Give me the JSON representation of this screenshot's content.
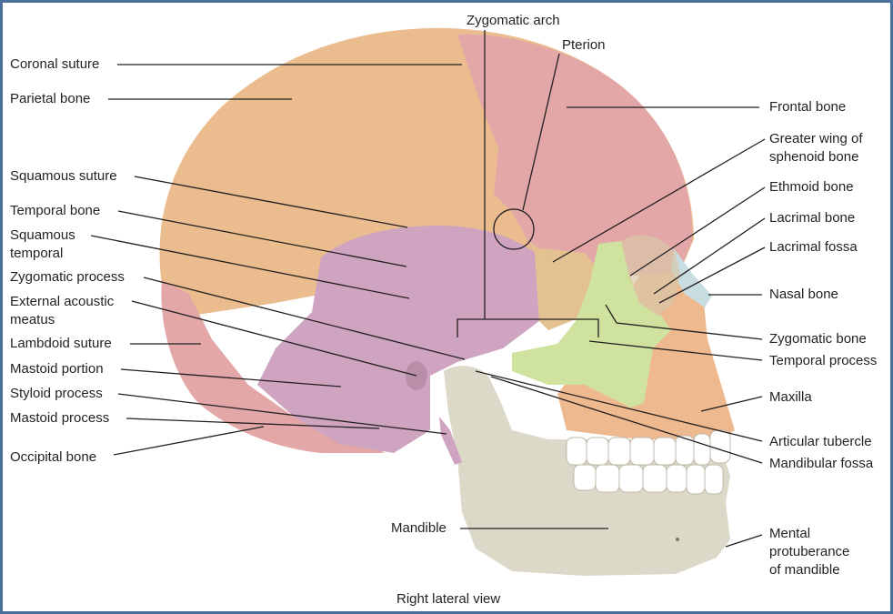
{
  "figure": {
    "caption": "Right lateral view",
    "colors": {
      "parietal": "#ebbd8e",
      "frontal": "#e3a7a8",
      "occipital": "#e3a7a8",
      "temporal": "#cfa4c0",
      "sphenoid": "#e3c190",
      "zygomatic": "#cfe39e",
      "maxilla": "#efb98f",
      "mandible": "#dcd9c9",
      "nasal": "#c7dde0",
      "teeth": "#ffffff",
      "leader": "#231f20",
      "border": "#4a6f9b"
    }
  },
  "labels": {
    "zygomatic_arch": "Zygomatic arch",
    "pterion": "Pterion",
    "coronal_suture": "Coronal suture",
    "parietal_bone": "Parietal bone",
    "frontal_bone": "Frontal bone",
    "greater_wing_1": "Greater wing of",
    "greater_wing_2": "sphenoid bone",
    "squamous_suture": "Squamous suture",
    "ethmoid_bone": "Ethmoid bone",
    "temporal_bone": "Temporal bone",
    "lacrimal_bone": "Lacrimal bone",
    "squamous_temporal_1": "Squamous",
    "squamous_temporal_2": "temporal",
    "lacrimal_fossa": "Lacrimal fossa",
    "zygomatic_process": "Zygomatic process",
    "nasal_bone": "Nasal bone",
    "external_acoustic_1": "External acoustic",
    "external_acoustic_2": "meatus",
    "zygomatic_bone": "Zygomatic bone",
    "lambdoid_suture": "Lambdoid suture",
    "temporal_process": "Temporal process",
    "mastoid_portion": "Mastoid portion",
    "maxilla": "Maxilla",
    "styloid_process": "Styloid process",
    "mastoid_process": "Mastoid process",
    "articular_tubercle": "Articular tubercle",
    "occipital_bone": "Occipital bone",
    "mandibular_fossa": "Mandibular fossa",
    "mandible": "Mandible",
    "mental_protuberance_1": "Mental",
    "mental_protuberance_2": "protuberance",
    "mental_protuberance_3": "of mandible"
  }
}
